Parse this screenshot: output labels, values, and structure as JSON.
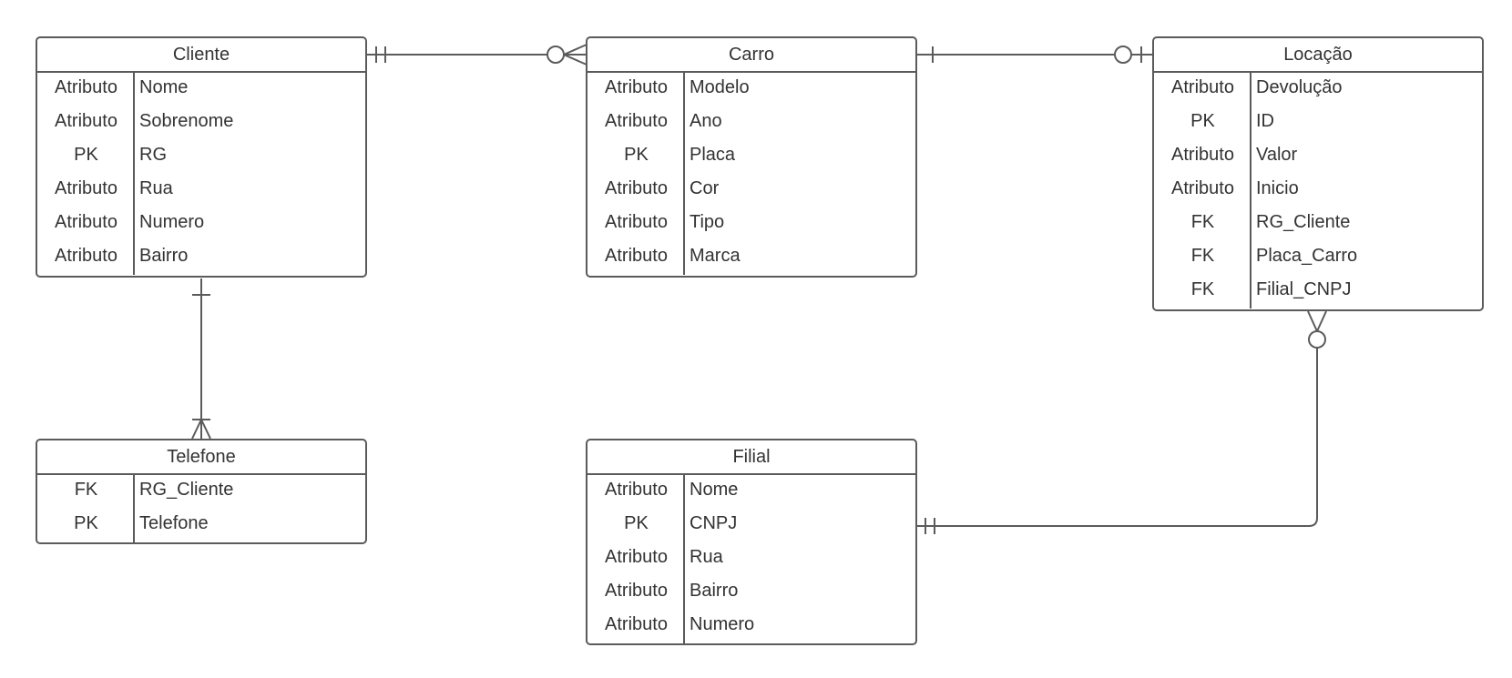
{
  "diagram": {
    "entities": {
      "cliente": {
        "title": "Cliente",
        "rows": [
          {
            "key": "Atributo",
            "name": "Nome"
          },
          {
            "key": "Atributo",
            "name": "Sobrenome"
          },
          {
            "key": "PK",
            "name": "RG"
          },
          {
            "key": "Atributo",
            "name": "Rua"
          },
          {
            "key": "Atributo",
            "name": "Numero"
          },
          {
            "key": "Atributo",
            "name": "Bairro"
          }
        ]
      },
      "carro": {
        "title": "Carro",
        "rows": [
          {
            "key": "Atributo",
            "name": "Modelo"
          },
          {
            "key": "Atributo",
            "name": "Ano"
          },
          {
            "key": "PK",
            "name": "Placa"
          },
          {
            "key": "Atributo",
            "name": "Cor"
          },
          {
            "key": "Atributo",
            "name": "Tipo"
          },
          {
            "key": "Atributo",
            "name": "Marca"
          }
        ]
      },
      "locacao": {
        "title": "Locação",
        "rows": [
          {
            "key": "Atributo",
            "name": "Devolução"
          },
          {
            "key": "PK",
            "name": "ID"
          },
          {
            "key": "Atributo",
            "name": "Valor"
          },
          {
            "key": "Atributo",
            "name": "Inicio"
          },
          {
            "key": "FK",
            "name": "RG_Cliente"
          },
          {
            "key": "FK",
            "name": "Placa_Carro"
          },
          {
            "key": "FK",
            "name": "Filial_CNPJ"
          }
        ]
      },
      "telefone": {
        "title": "Telefone",
        "rows": [
          {
            "key": "FK",
            "name": "RG_Cliente"
          },
          {
            "key": "PK",
            "name": "Telefone"
          }
        ]
      },
      "filial": {
        "title": "Filial",
        "rows": [
          {
            "key": "Atributo",
            "name": "Nome"
          },
          {
            "key": "PK",
            "name": "CNPJ"
          },
          {
            "key": "Atributo",
            "name": "Rua"
          },
          {
            "key": "Atributo",
            "name": "Bairro"
          },
          {
            "key": "Atributo",
            "name": "Numero"
          }
        ]
      }
    },
    "relationships": [
      {
        "from": "cliente",
        "from_cardinality": "exactly-one",
        "to": "carro",
        "to_cardinality": "zero-or-many"
      },
      {
        "from": "carro",
        "from_cardinality": "one",
        "to": "locacao",
        "to_cardinality": "zero-or-one"
      },
      {
        "from": "cliente",
        "from_cardinality": "one",
        "to": "telefone",
        "to_cardinality": "one-or-many"
      },
      {
        "from": "filial",
        "from_cardinality": "exactly-one",
        "to": "locacao",
        "to_cardinality": "zero-or-many"
      }
    ],
    "colors": {
      "stroke": "#5b5b5b",
      "text": "#333333",
      "background": "#ffffff"
    }
  }
}
